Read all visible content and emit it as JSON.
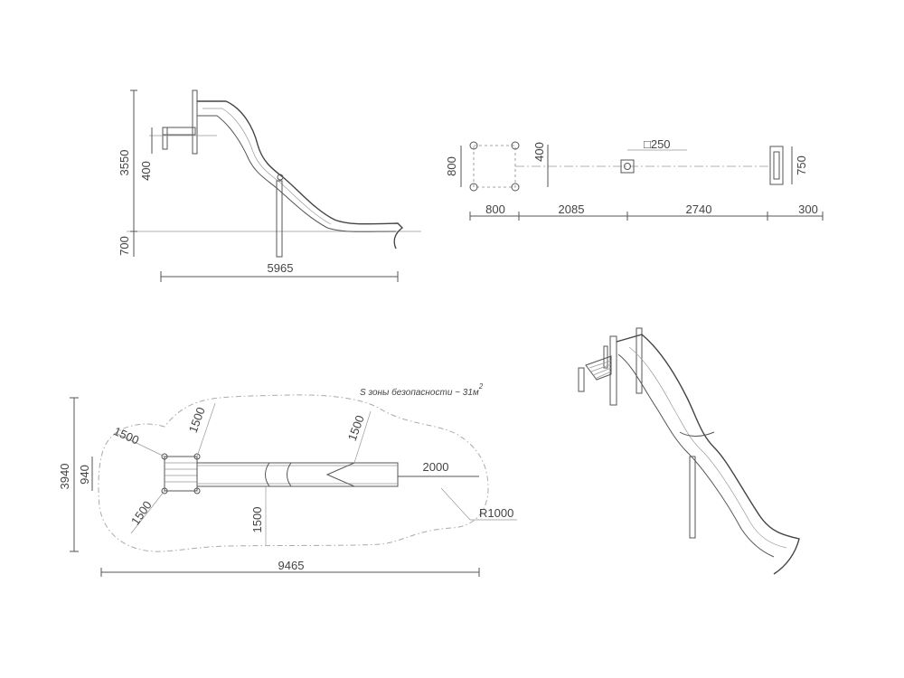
{
  "side_view": {
    "dim_total_height": "3550",
    "dim_platform": "400",
    "dim_ground": "700",
    "dim_length": "5965"
  },
  "top_plan": {
    "dim_width": "800",
    "dim_platform": "400",
    "dim_post": "□250",
    "dim_end": "750",
    "dim_seg1": "800",
    "dim_seg2": "2085",
    "dim_seg3": "2740",
    "dim_seg4": "300"
  },
  "safety_zone": {
    "label": "S зоны безопасности ~ 31м",
    "label_sup": "2",
    "dim_r_top_left": "1500",
    "dim_r_top": "1500",
    "dim_r_bottom_left": "1500",
    "dim_r_slide_top": "1500",
    "dim_r_slide_bottom": "1500",
    "dim_exit": "2000",
    "dim_radius": "R1000",
    "dim_height": "3940",
    "dim_platform": "940",
    "dim_length": "9465"
  }
}
